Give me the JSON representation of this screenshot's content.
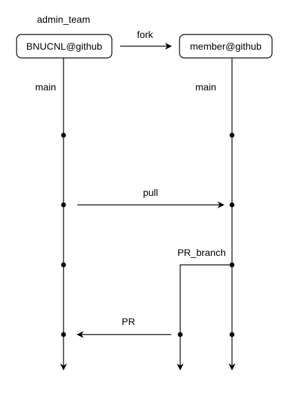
{
  "group_label": "admin_team",
  "nodes": {
    "upstream": "BNUCNL@github",
    "fork": "member@github"
  },
  "edges": {
    "fork": "fork",
    "pull": "pull",
    "pr": "PR"
  },
  "branches": {
    "upstream_main": "main",
    "fork_main": "main",
    "pr_branch": "PR_branch"
  }
}
